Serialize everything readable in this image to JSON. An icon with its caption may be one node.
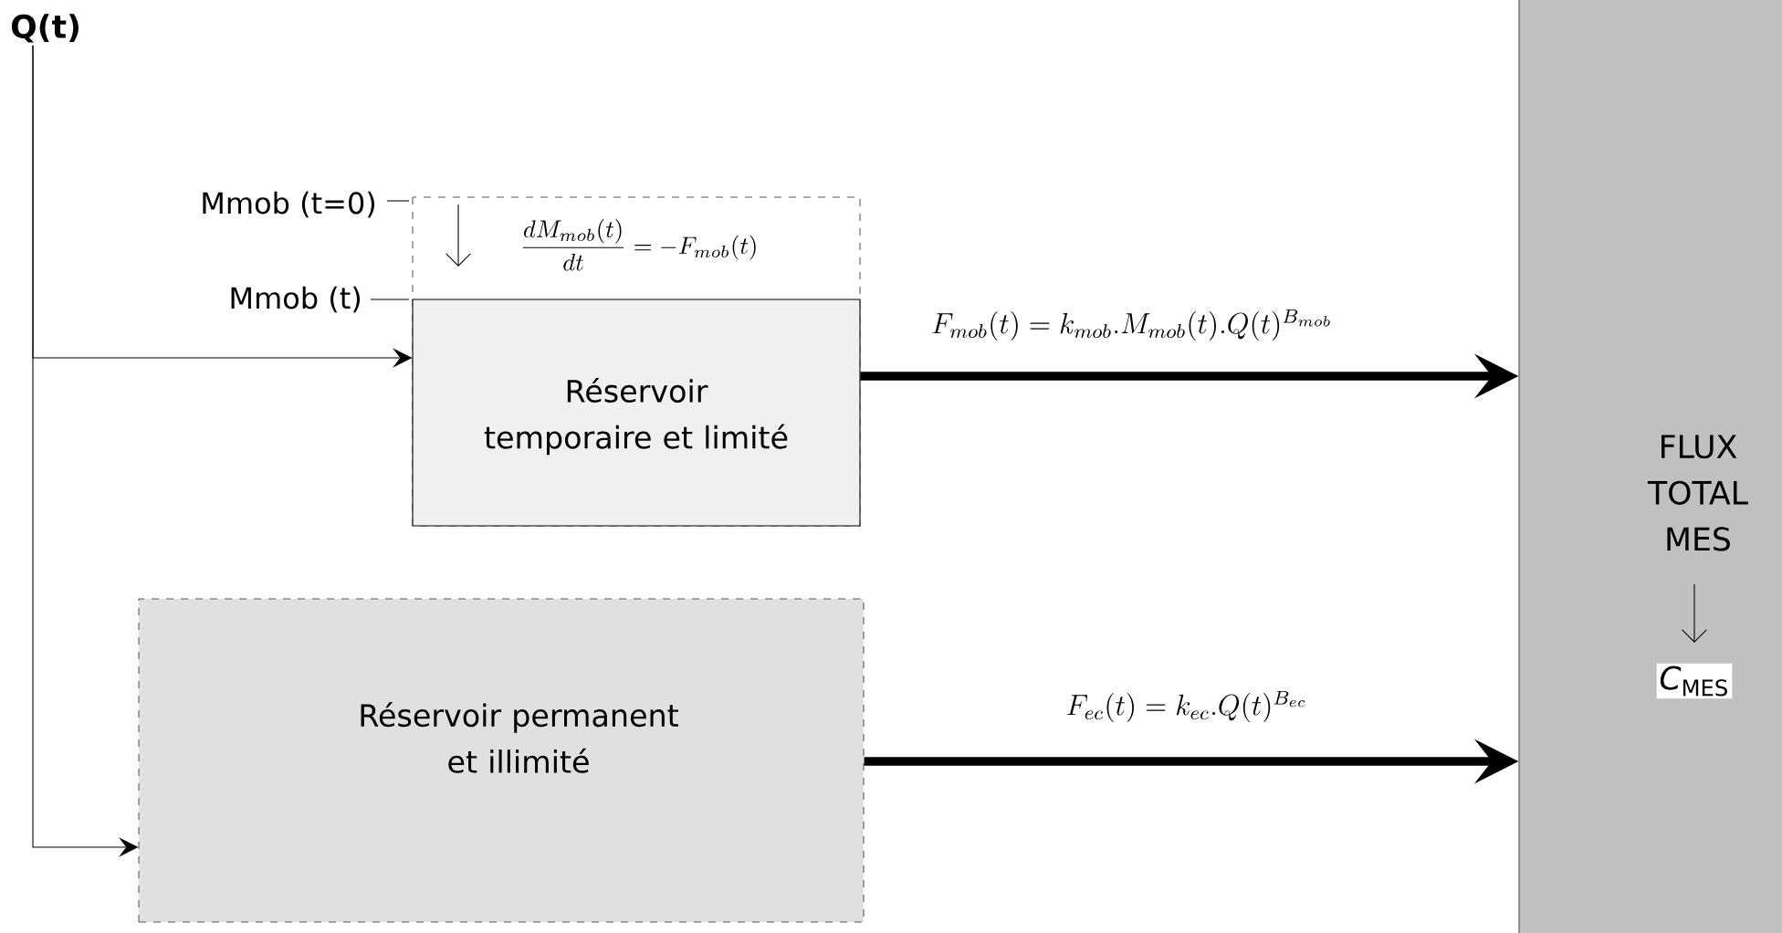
{
  "diagram": {
    "nodes": [
      {
        "text": [
          "Q(t)"
        ]
      },
      {
        "text": [
          "\\frac{dM_{mob}(t)}{dt} = -F_{mob}(t)"
        ]
      },
      {
        "text": [
          "Réservoir temporaire et limité"
        ],
        "in": 1
      },
      {
        "text": [
          "Réservoir permanent et illimité"
        ]
      },
      {
        "text": [
          "FLUX TOTAL MES",
          "*C*$_{MES}$"
        ]
      }
    ],
    "edges": [
      {
        "from": 0,
        "to": 2,
        "arrow": "to"
      },
      {
        "from": 0,
        "to": 3,
        "arrow": "to"
      },
      {
        "from": 2,
        "to": 4,
        "arrow": "to",
        "style": "thick",
        "label": "F_{mob}(t) = k_{mob} . M_{mob}(t) . Q(t)^{B_{mob}}"
      },
      {
        "from": 3,
        "to": 4,
        "arrow": "to",
        "style": "thick",
        "label": "F_{ec}(t) = k_{ec} . Q(t)^{B_{ec}}"
      }
    ],
    "labels": [
      "Mmob (t=0)",
      "Mmob (t)"
    ]
  }
}
